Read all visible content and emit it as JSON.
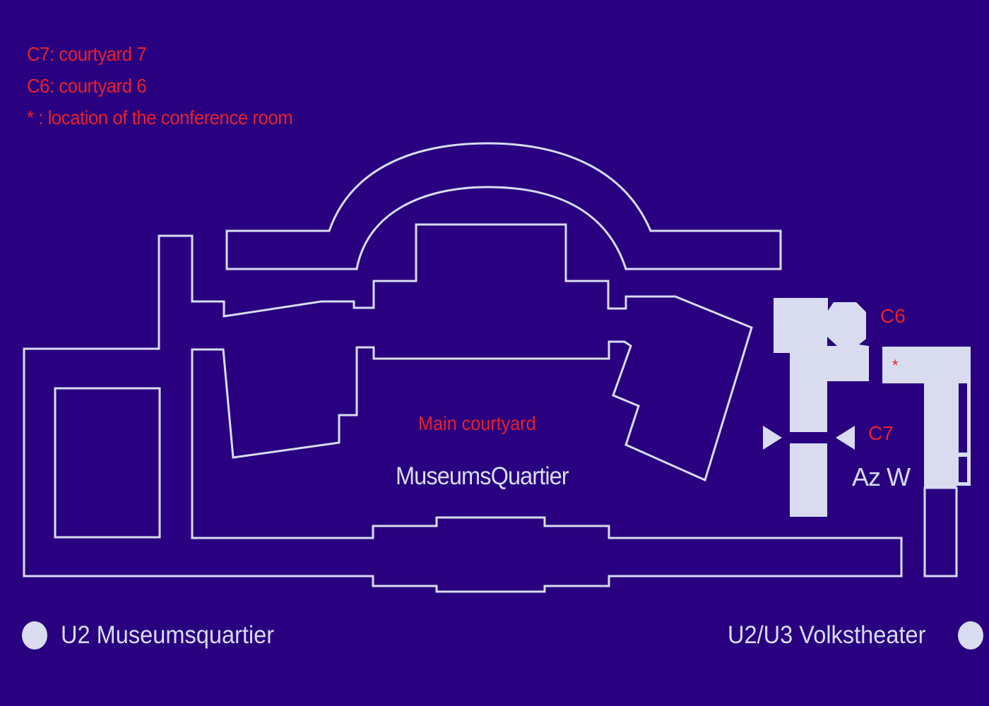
{
  "legend": {
    "items": [
      {
        "key": "C7",
        "text": "C7: courtyard 7"
      },
      {
        "key": "C6",
        "text": "C6: courtyard 6"
      },
      {
        "key": "*",
        "text": " * : location of the conference room"
      }
    ]
  },
  "map": {
    "labels": {
      "main_courtyard": "Main courtyard",
      "museumsquartier": "MuseumsQuartier",
      "c6": "C6",
      "c7": "C7",
      "conference_marker": "*",
      "azw": "Az W"
    },
    "stations": {
      "left": {
        "name": "U2 Museumsquartier",
        "icon": "metro-station-dot-icon"
      },
      "right": {
        "name": "U2/U3 Volkstheater",
        "icon": "metro-station-dot-icon"
      }
    }
  },
  "colors": {
    "background": "#280080",
    "building_line": "#d9dcef",
    "annotation_red": "#e8202a"
  }
}
